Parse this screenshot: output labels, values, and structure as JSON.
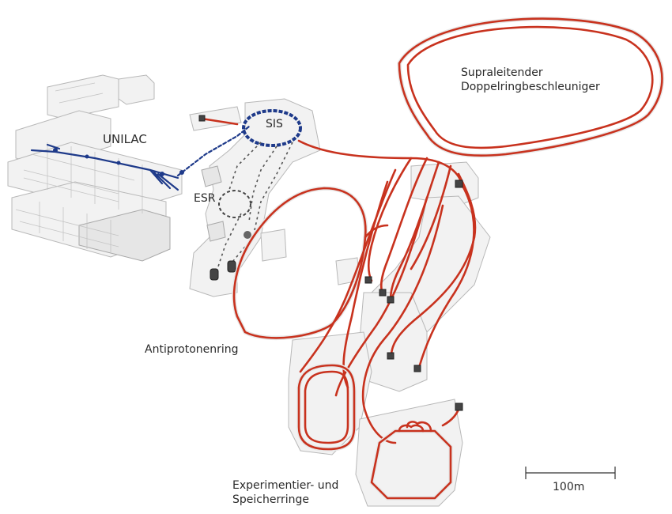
{
  "labels": {
    "unilac": "UNILAC",
    "sis": "SIS",
    "esr": "ESR",
    "superconducting_ring_line1": "Supraleitender",
    "superconducting_ring_line2": "Doppelringbeschleuniger",
    "antiproton_ring": "Antiprotonenring",
    "experiment_line1": "Experimentier- und",
    "experiment_line2": "Speicherringe",
    "scale_bar": "100m"
  },
  "colors": {
    "beamline_red": "#c8321e",
    "existing_blue": "#1e3a8a",
    "building_gray": "#f2f2f2"
  }
}
